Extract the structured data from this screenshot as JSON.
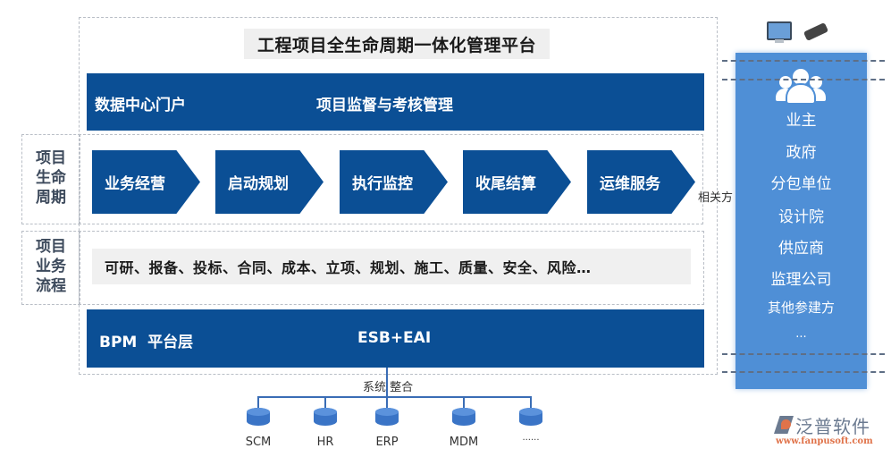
{
  "title": "工程项目全生命周期一体化管理平台",
  "portal_bar": {
    "left": "数据中心门户",
    "right": "项目监督与考核管理"
  },
  "lifecycle": {
    "label": "项目生命周期",
    "label_lines": [
      "项目",
      "生命",
      "周期"
    ],
    "stages": [
      "业务经营",
      "启动规划",
      "执行监控",
      "收尾结算",
      "运维服务"
    ]
  },
  "business_flow": {
    "label_lines": [
      "项目",
      "业务",
      "流程"
    ],
    "items": "可研、报备、投标、合同、成本、立项、规划、施工、质量、安全、风险…"
  },
  "platform_bar": {
    "left": "BPM  平台层",
    "right": "ESB+EAI"
  },
  "related_parties_label": "相关方",
  "stakeholders": [
    "业主",
    "政府",
    "分包单位",
    "设计院",
    "供应商",
    "监理公司",
    "其他参建方",
    "..."
  ],
  "integration": {
    "label": "系统 整合",
    "systems": [
      "SCM",
      "HR",
      "ERP",
      "MDM",
      "......"
    ]
  },
  "logo": {
    "name": "泛普软件",
    "url": "www.fanpusoft.com"
  },
  "colors": {
    "dark_blue": "#0b4f95",
    "panel_blue": "#4f8fd6",
    "logo_orange": "#e0734a",
    "logo_gray": "#6b7a90"
  }
}
